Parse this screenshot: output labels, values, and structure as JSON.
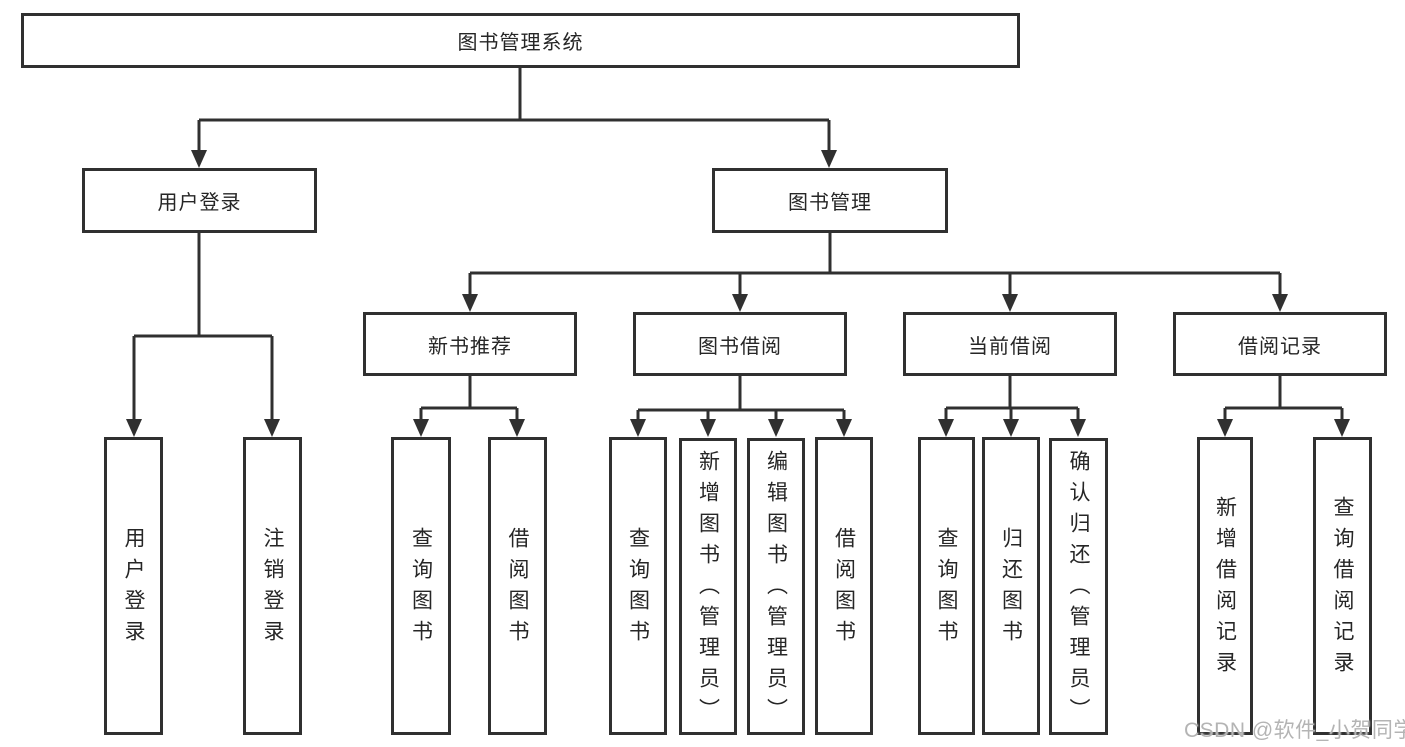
{
  "diagram": {
    "title": "图书管理系统",
    "watermark": "CSDN @软件_小贺同学",
    "colors": {
      "line": "#303030",
      "border": "#303030",
      "text": "#262626",
      "watermark": "#b4b4b4",
      "background": "#ffffff"
    },
    "level1": {
      "user_login": "用户登录",
      "book_management": "图书管理"
    },
    "level2": {
      "new_book_recommend": "新书推荐",
      "book_borrow": "图书借阅",
      "current_borrow": "当前借阅",
      "borrow_records": "借阅记录"
    },
    "leaves": {
      "user": [
        "用户登录",
        "注销登录"
      ],
      "recommend": [
        "查询图书",
        "借阅图书"
      ],
      "borrow": [
        "查询图书",
        "新增图书（管理员）",
        "编辑图书（管理员）",
        "借阅图书"
      ],
      "current": [
        "查询图书",
        "归还图书",
        "确认归还（管理员）"
      ],
      "records": [
        "新增借阅记录",
        "查询借阅记录"
      ]
    }
  }
}
